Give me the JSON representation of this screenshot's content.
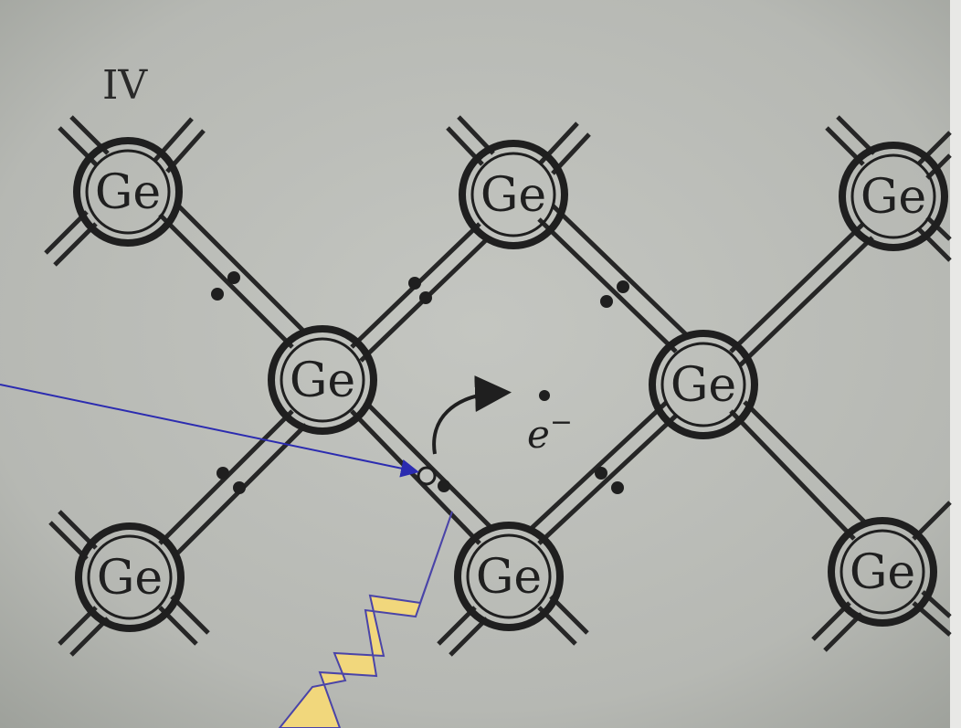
{
  "figure": {
    "corner_label": "IV",
    "atom_symbol": "Ge",
    "electron_label": "e",
    "electron_charge": "−"
  },
  "colors": {
    "paper": "#b8bab6",
    "ink": "#1f1f1f",
    "pointer_line": "#2b2bb0",
    "lightning_fill": "#f1d77c",
    "lightning_stroke": "#4a44a8"
  },
  "icons": {
    "lightning": "lightning-bolt-icon",
    "arrow": "curved-arrow-icon"
  }
}
